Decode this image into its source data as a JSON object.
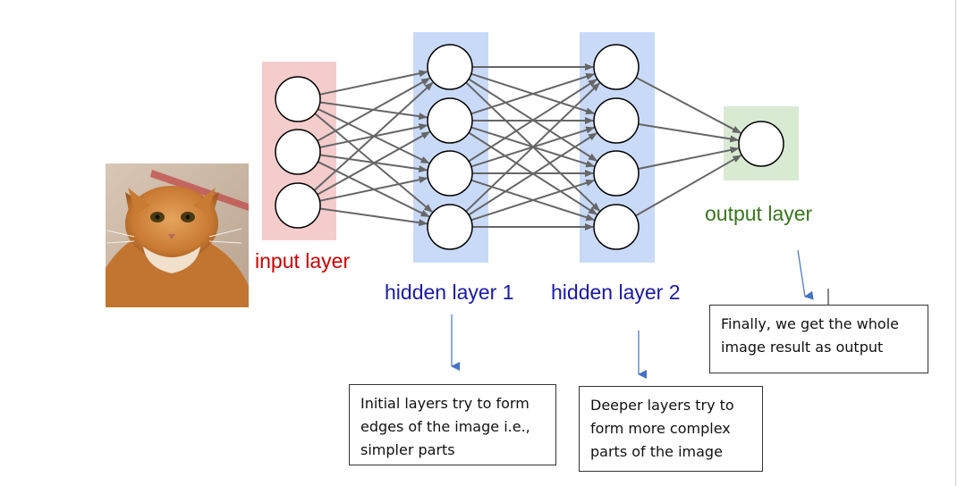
{
  "labels": {
    "input_layer": "input layer",
    "hidden_layer_1": "hidden layer 1",
    "hidden_layer_2": "hidden layer 2",
    "output_layer": "output layer"
  },
  "notes": {
    "initial_layers": "Initial layers try to form\nedges of the image i.e.,\nsimpler parts",
    "deeper_layers": "Deeper layers try to\nform more complex\nparts of the image",
    "final_output": "Finally, we get the whole\nimage result as output"
  },
  "colors": {
    "input_band": "#f4cccc",
    "hidden_band": "#c9daf8",
    "output_band": "#d9ead3",
    "input_text": "#cc0000",
    "hidden_text": "#1a1aa6",
    "output_text": "#38761d",
    "edge": "#666666",
    "pointer_arrow": "#4472c4"
  },
  "image": {
    "subject": "orange tabby cat photo"
  }
}
